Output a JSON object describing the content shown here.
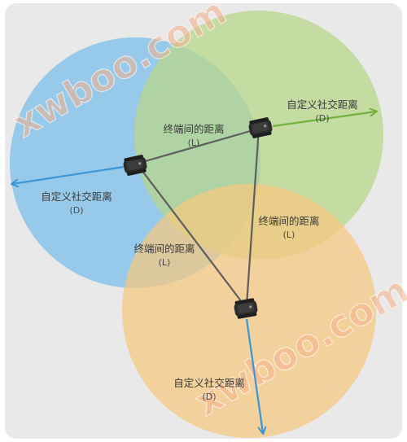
{
  "watermark": "xwboo.com",
  "colors": {
    "panel_bg": "#e9e9e9",
    "blue_circle": "#8ec6ea",
    "green_circle": "#b7d68a",
    "orange_circle": "#f6c77f",
    "link_line": "#5e5e5e",
    "blue_arrow": "#3a96d6",
    "green_arrow": "#72b33c"
  },
  "icons": {
    "device": "wearable-band-icon"
  },
  "labels": {
    "social_distance": "自定义社交距离",
    "social_distance_symbol": "(D)",
    "terminal_distance": "终端间的距离",
    "terminal_distance_symbol": "(L)"
  }
}
